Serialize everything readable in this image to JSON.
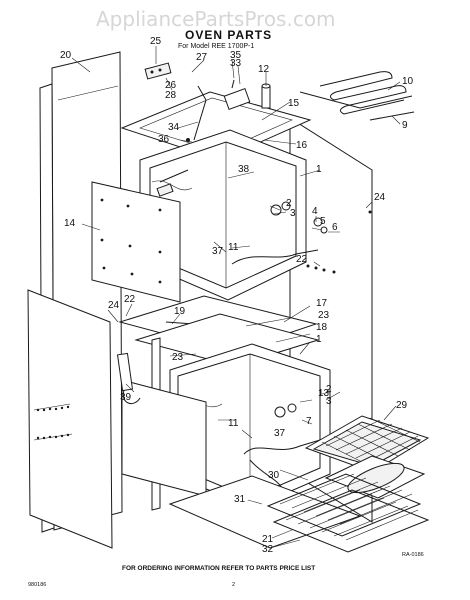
{
  "watermark": "AppliancePartsPros.com",
  "title": "OVEN PARTS",
  "subtitle": "For Model REE 1700P-1",
  "footer_text": "FOR ORDERING INFORMATION REFER TO PARTS PRICE LIST",
  "corner_code": "RA-0186",
  "left_code": "980186",
  "page_number": "2",
  "callouts": [
    "1",
    "2",
    "3",
    "4",
    "5",
    "6",
    "7",
    "9",
    "10",
    "11",
    "12",
    "13",
    "14",
    "15",
    "16",
    "17",
    "18",
    "19",
    "20",
    "21",
    "22",
    "23",
    "24",
    "25",
    "26",
    "27",
    "28",
    "29",
    "30",
    "31",
    "32",
    "33",
    "34",
    "35",
    "36",
    "37",
    "38",
    "39"
  ]
}
